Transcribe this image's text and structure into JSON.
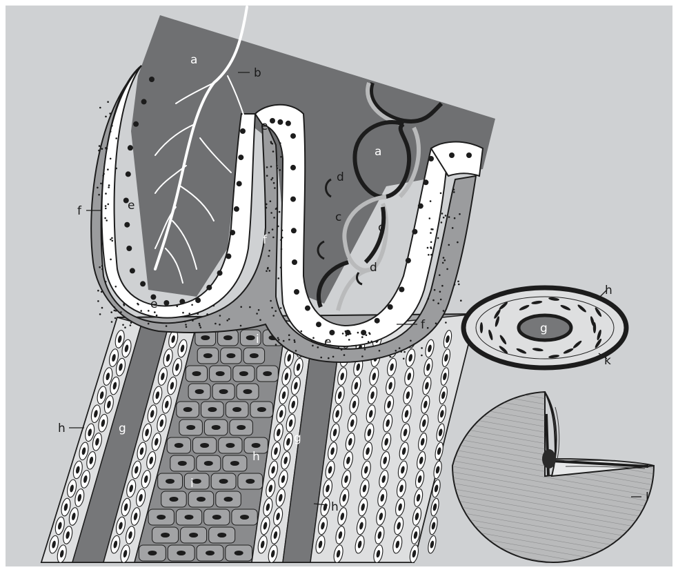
{
  "colors": {
    "background_panel": "#cfd1d3",
    "lumen": "#6f7072",
    "epithelium": "#ffffff",
    "basal_layer": "#9b9c9e",
    "outline": "#1c1c1c",
    "wall_band": "#767779",
    "light_band": "#b9babb"
  },
  "labels": {
    "a1": "a",
    "a2": "a",
    "b": "b",
    "c1": "c",
    "c2": "c",
    "d1": "d",
    "d2": "d",
    "e1": "e",
    "e2": "e",
    "e3": "e",
    "e4": "e",
    "f1": "f",
    "f2": "f",
    "f3": "f",
    "g1": "g",
    "g2": "g",
    "g3": "g",
    "h1": "h",
    "h2": "h",
    "h3": "h",
    "h4": "h",
    "i1": "i",
    "i2": "i",
    "k": "k",
    "l": "l"
  }
}
